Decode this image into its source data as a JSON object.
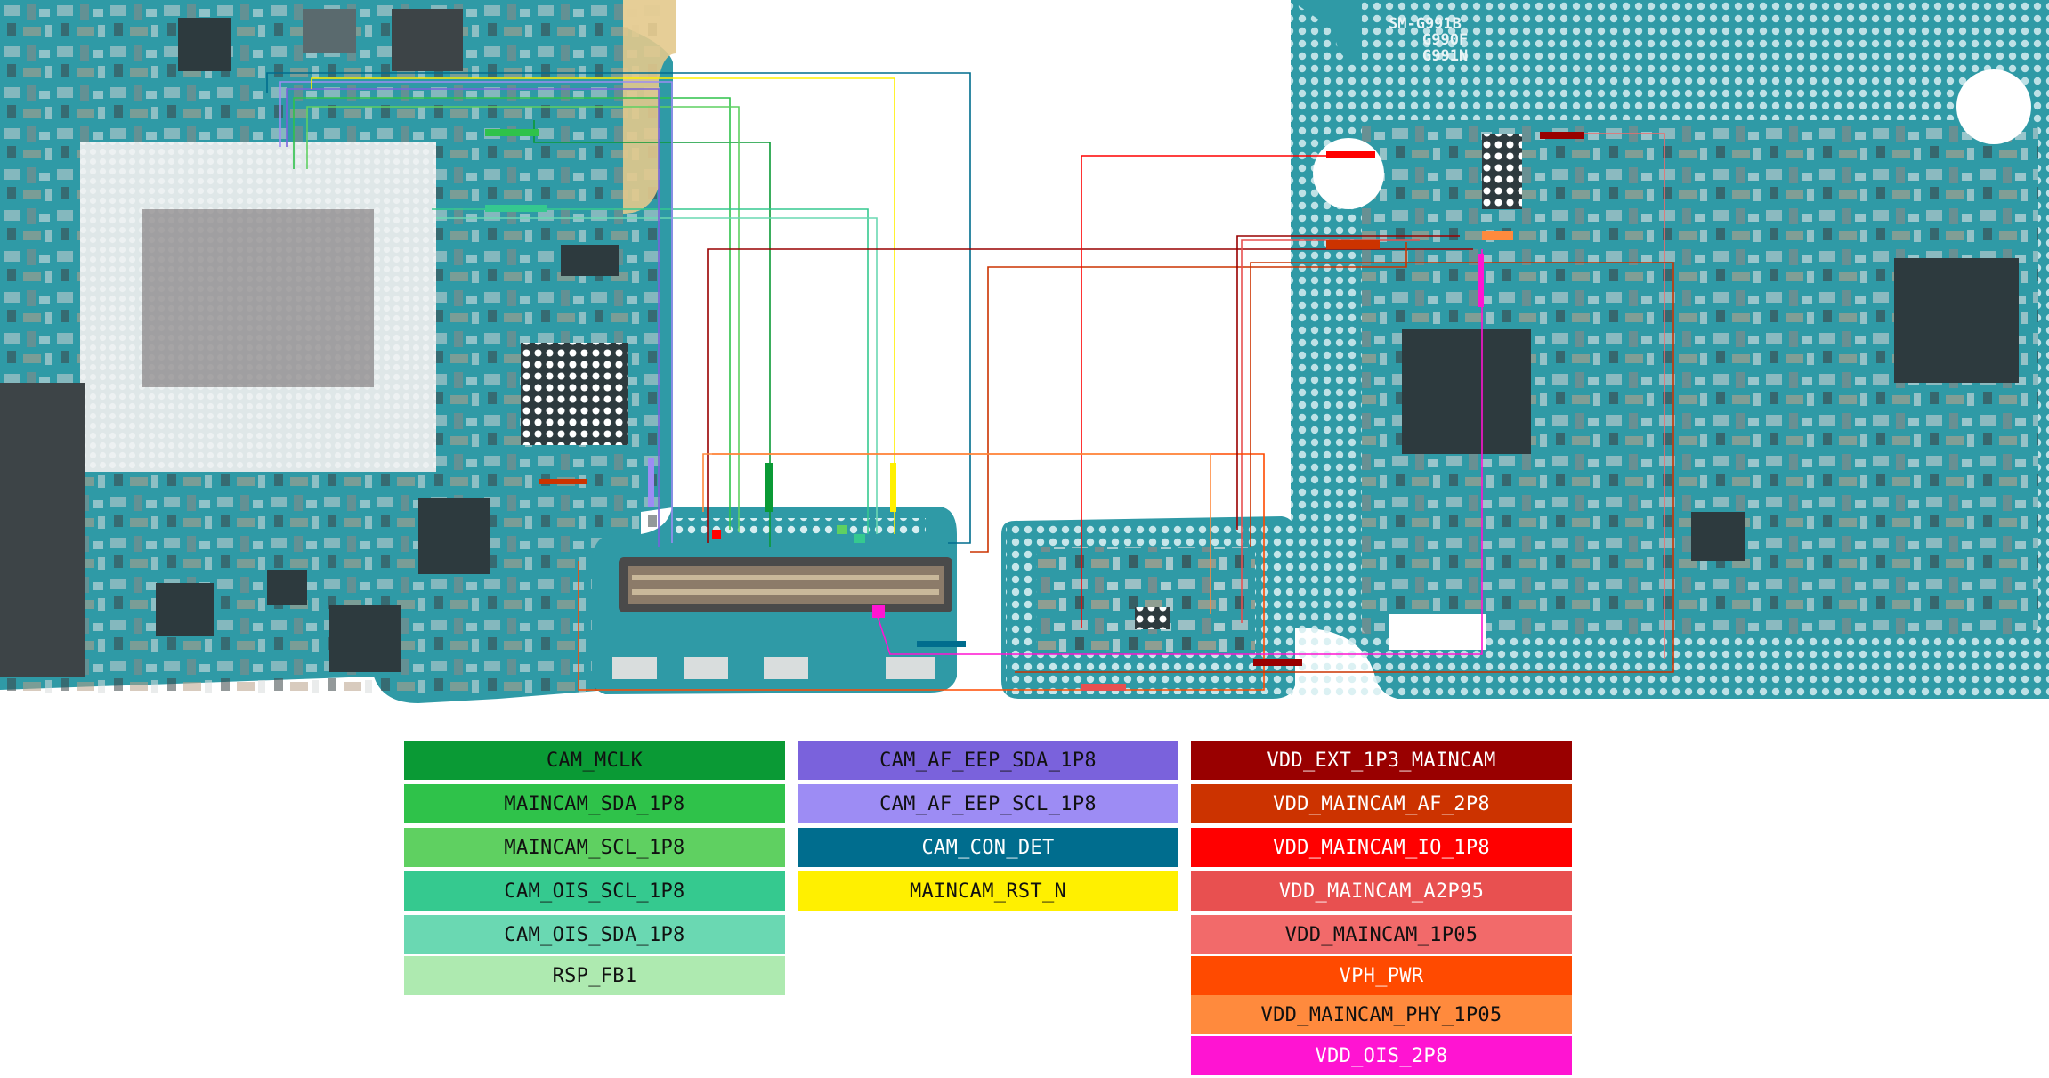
{
  "board": {
    "model_lines": [
      "SM-G991B",
      "G990F",
      "G991N"
    ],
    "colors": {
      "pcb": "#2f9aa6",
      "pcb_dark": "#1f7e8a",
      "shield": "#4fb7c2",
      "via": "#d6eef1",
      "gold": "#e3c98c",
      "chip": "#2d3a3e",
      "chip_light": "#5a6a6e"
    }
  },
  "legend": {
    "columns": [
      [
        {
          "label": "CAM_MCLK",
          "color": "#0a9a35",
          "text_color": "#111111"
        },
        {
          "label": "MAINCAM_SDA_1P8",
          "color": "#2fc24a",
          "text_color": "#111111"
        },
        {
          "label": "MAINCAM_SCL_1P8",
          "color": "#5fd061",
          "text_color": "#111111"
        },
        {
          "label": "CAM_OIS_SCL_1P8",
          "color": "#35c98f",
          "text_color": "#111111"
        },
        {
          "label": "CAM_OIS_SDA_1P8",
          "color": "#6ad8b2",
          "text_color": "#111111"
        },
        {
          "label": "RSP_FB1",
          "color": "#aeeab0",
          "text_color": "#111111"
        }
      ],
      [
        {
          "label": "CAM_AF_EEP_SDA_1P8",
          "color": "#7a62dc",
          "text_color": "#111111"
        },
        {
          "label": "CAM_AF_EEP_SCL_1P8",
          "color": "#9d8cf4",
          "text_color": "#111111"
        },
        {
          "label": "CAM_CON_DET",
          "color": "#006d8e",
          "text_color": "#ffffff"
        },
        {
          "label": "MAINCAM_RST_N",
          "color": "#fff000",
          "text_color": "#111111"
        }
      ],
      [
        {
          "label": "VDD_EXT_1P3_MAINCAM",
          "color": "#990000",
          "text_color": "#ffffff"
        },
        {
          "label": "VDD_MAINCAM_AF_2P8",
          "color": "#cc3300",
          "text_color": "#ffffff"
        },
        {
          "label": "VDD_MAINCAM_IO_1P8",
          "color": "#ff0000",
          "text_color": "#ffffff"
        },
        {
          "label": "VDD_MAINCAM_A2P95",
          "color": "#e85050",
          "text_color": "#ffffff"
        },
        {
          "label": "VDD_MAINCAM_1P05",
          "color": "#f26a6a",
          "text_color": "#111111"
        },
        {
          "label": "VPH_PWR",
          "color": "#ff4a00",
          "text_color": "#ffffff"
        },
        {
          "label": "VDD_MAINCAM_PHY_1P05",
          "color": "#ff8a3d",
          "text_color": "#111111"
        },
        {
          "label": "VDD_OIS_2P8",
          "color": "#ff14d2",
          "text_color": "#ffffff"
        }
      ]
    ]
  }
}
